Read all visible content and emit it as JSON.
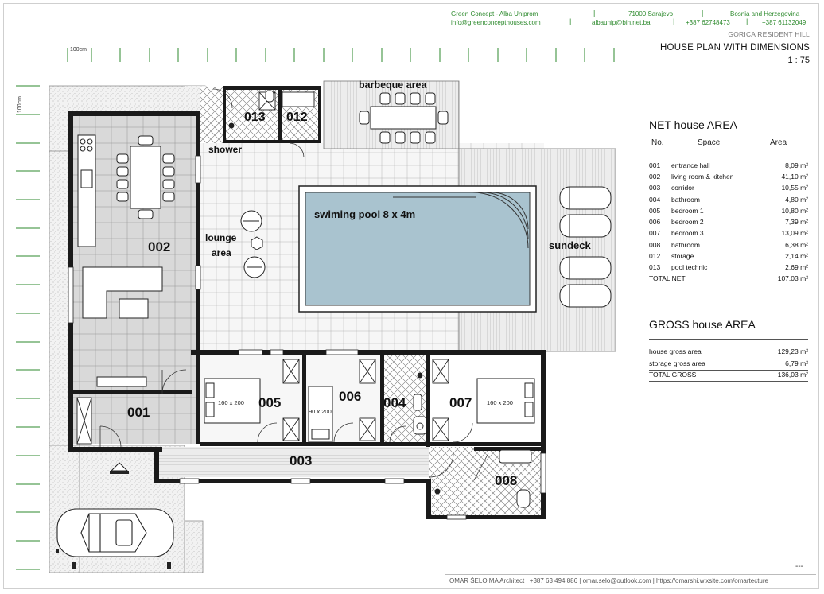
{
  "header": {
    "company": "Green Concept - Alba Uniprom",
    "city": "71000 Sarajevo",
    "country": "Bosnia and Herzegovina",
    "email1": "info@greenconcepthouses.com",
    "email2": "albaunip@bih.net.ba",
    "phone1": "+387 62748473",
    "phone2": "+387 61132049",
    "project": "GORICA RESIDENT HILL",
    "title": "HOUSE PLAN WITH DIMENSIONS",
    "scale": "1 : 75"
  },
  "plan": {
    "grid_label_h": "100cm",
    "grid_label_v": "100cm",
    "labels": {
      "bbq": "barbeque area",
      "shower": "shower",
      "lounge1": "lounge",
      "lounge2": "area",
      "pool": "swiming pool 8 x 4m",
      "sundeck": "sundeck",
      "r013": "013",
      "r012": "012",
      "r002": "002",
      "r001": "001",
      "r003": "003",
      "r004": "004",
      "r005": "005",
      "r006": "006",
      "r007": "007",
      "r008": "008",
      "bed1": "160 x 200",
      "bed2": "90 x 200",
      "bed3": "160 x 200"
    }
  },
  "net_area": {
    "title": "NET house AREA",
    "headers": {
      "no": "No.",
      "space": "Space",
      "area": "Area"
    },
    "rows": [
      {
        "no": "001",
        "space": "entrance hall",
        "area": "8,09 m²"
      },
      {
        "no": "002",
        "space": "living room & kitchen",
        "area": "41,10 m²"
      },
      {
        "no": "003",
        "space": "corridor",
        "area": "10,55 m²"
      },
      {
        "no": "004",
        "space": "bathroom",
        "area": "4,80 m²"
      },
      {
        "no": "005",
        "space": "bedroom 1",
        "area": "10,80 m²"
      },
      {
        "no": "006",
        "space": "bedroom 2",
        "area": "7,39 m²"
      },
      {
        "no": "007",
        "space": "bedroom 3",
        "area": "13,09 m²"
      },
      {
        "no": "008",
        "space": "bathroom",
        "area": "6,38 m²"
      },
      {
        "no": "012",
        "space": "storage",
        "area": "2,14 m²"
      },
      {
        "no": "013",
        "space": "pool technic",
        "area": "2,69 m²"
      }
    ],
    "total_label": "TOTAL NET",
    "total_value": "107,03 m²"
  },
  "gross_area": {
    "title": "GROSS house AREA",
    "rows": [
      {
        "space": "house gross area",
        "area": "129,23 m²"
      },
      {
        "space": "storage gross area",
        "area": "6,79 m²"
      }
    ],
    "total_label": "TOTAL GROSS",
    "total_value": "136,03 m²"
  },
  "footer": {
    "text": "OMAR ŠELO MA Architect | +387 63 494 886 | omar.selo@outlook.com | https://omarshi.wixsite.com/omartecture",
    "dashes": "---"
  },
  "colors": {
    "green": "#2d8a2d",
    "pool": "#a9c3cf",
    "floor_grey": "#d9d9d9",
    "wall": "#1a1a1a",
    "deck": "#e4e4e4"
  }
}
